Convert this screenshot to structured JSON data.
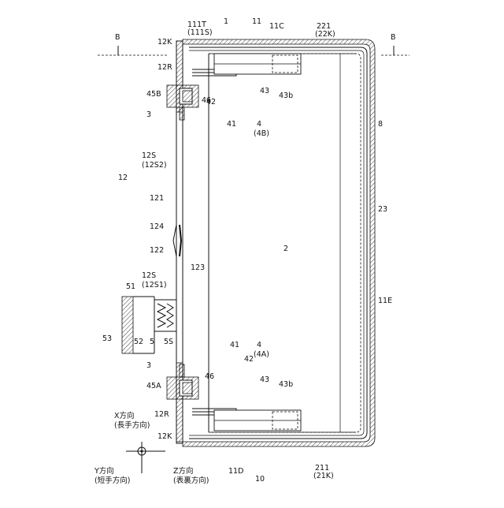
{
  "section_marks": {
    "left": "B",
    "right": "B"
  },
  "axes": {
    "x_label": "X方向",
    "x_sub": "(長手方向)",
    "y_label": "Y方向",
    "y_sub": "(短手方向)",
    "z_label": "Z方向",
    "z_sub": "(表裏方向)"
  },
  "labels": {
    "r111T": "111T",
    "r111S": "(111S)",
    "r1": "1",
    "r11": "11",
    "r11C": "11C",
    "r221": "221",
    "r22K": "(22K)",
    "r12K_top": "12K",
    "r12R_top": "12R",
    "r45B": "45B",
    "r3_top": "3",
    "r42_top": "42",
    "r43_top": "43",
    "r43b_top": "43b",
    "r46_top": "46",
    "r41_top": "41",
    "r4_top": "4",
    "r4B": "(4B)",
    "r8": "8",
    "r12S_top": "12S",
    "r12S2": "(12S2)",
    "r12": "12",
    "r121": "121",
    "r23": "23",
    "r124": "124",
    "r2": "2",
    "r122": "122",
    "r123": "123",
    "r12S_bot": "12S",
    "r12S1": "(12S1)",
    "r51": "51",
    "r11E": "11E",
    "r53": "53",
    "r52": "52",
    "r5": "5",
    "r5S": "5S",
    "r41_bot": "41",
    "r4_bot": "4",
    "r4A": "(4A)",
    "r3_bot": "3",
    "r42_bot": "42",
    "r45A": "45A",
    "r43_bot": "43",
    "r46_bot": "46",
    "r43b_bot": "43b",
    "r12R_bot": "12R",
    "r12K_bot": "12K",
    "r11D": "11D",
    "r10": "10",
    "r211": "211",
    "r21K": "(21K)"
  }
}
